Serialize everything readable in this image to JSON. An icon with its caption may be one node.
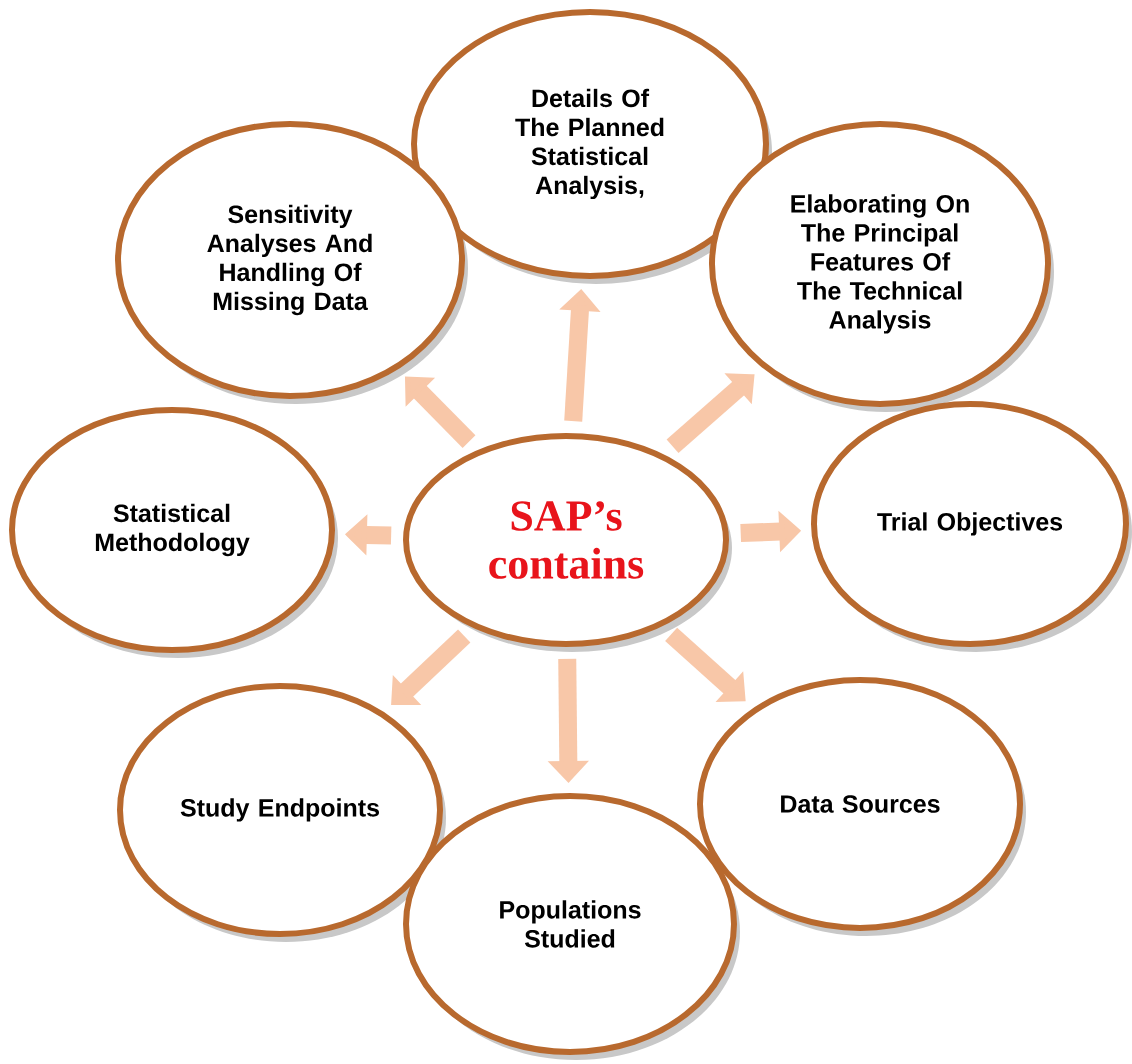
{
  "diagram": {
    "nodes": [
      {
        "text": [
          "Details Of The Planned Statistical Analysis,"
        ]
      },
      {
        "text": [
          "Sensitivity Analyses And Handling Of Missing Data"
        ]
      },
      {
        "text": [
          "Elaborating On The Principal Features Of The Technical Analysis"
        ]
      },
      {
        "text": [
          "Statistical Methodology"
        ]
      },
      {
        "text": [
          "SAP’s contains"
        ]
      },
      {
        "text": [
          "Trial Objectives"
        ]
      },
      {
        "text": [
          "Study Endpoints"
        ]
      },
      {
        "text": [
          "Data Sources"
        ]
      },
      {
        "text": [
          "Populations Studied"
        ]
      }
    ],
    "edges": [
      {
        "from": 4,
        "to": 0,
        "arrow": "to"
      },
      {
        "from": 4,
        "to": 2,
        "arrow": "to"
      },
      {
        "from": 4,
        "to": 5,
        "arrow": "to"
      },
      {
        "from": 4,
        "to": 7,
        "arrow": "to"
      },
      {
        "from": 4,
        "to": 8,
        "arrow": "to"
      },
      {
        "from": 4,
        "to": 6,
        "arrow": "to"
      },
      {
        "from": 4,
        "to": 3,
        "arrow": "to"
      },
      {
        "from": 4,
        "to": 1,
        "arrow": "to"
      }
    ]
  }
}
